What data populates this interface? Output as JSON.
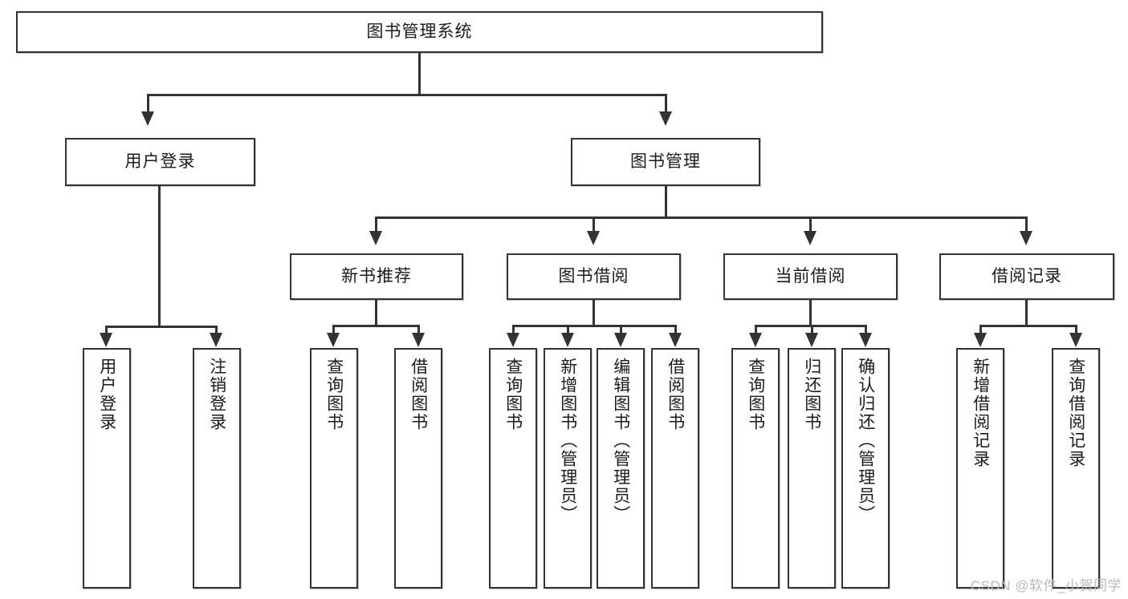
{
  "diagram": {
    "type": "tree-hierarchy-chart",
    "title": "图书管理系统",
    "colors": {
      "box_border": "#333333",
      "box_fill": "#ffffff",
      "connector": "#333333",
      "text": "#1b1b1b",
      "watermark": "#b9b9b9",
      "background": "#ffffff"
    },
    "levels": {
      "root": "图书管理系统",
      "level2": [
        "用户登录",
        "图书管理"
      ],
      "level3": [
        "新书推荐",
        "图书借阅",
        "当前借阅",
        "借阅记录"
      ]
    },
    "nodes": {
      "root": {
        "label": "图书管理系统"
      },
      "user_login": {
        "label": "用户登录"
      },
      "book_manage": {
        "label": "图书管理"
      },
      "new_book_rec": {
        "label": "新书推荐"
      },
      "book_borrow": {
        "label": "图书借阅"
      },
      "current_borrow": {
        "label": "当前借阅"
      },
      "borrow_record": {
        "label": "借阅记录"
      }
    },
    "leaves": {
      "user_login": [
        {
          "label": "用户登录"
        },
        {
          "label": "注销登录"
        }
      ],
      "new_book_rec": [
        {
          "label": "查询图书"
        },
        {
          "label": "借阅图书"
        }
      ],
      "book_borrow": [
        {
          "label": "查询图书"
        },
        {
          "label": "新增图书（管理员）"
        },
        {
          "label": "编辑图书（管理员）"
        },
        {
          "label": "借阅图书"
        }
      ],
      "current_borrow": [
        {
          "label": "查询图书"
        },
        {
          "label": "归还图书"
        },
        {
          "label": "确认归还（管理员）"
        }
      ],
      "borrow_record": [
        {
          "label": "新增借阅记录"
        },
        {
          "label": "查询借阅记录"
        }
      ]
    },
    "watermark": "CSDN @软件_小贺同学"
  }
}
